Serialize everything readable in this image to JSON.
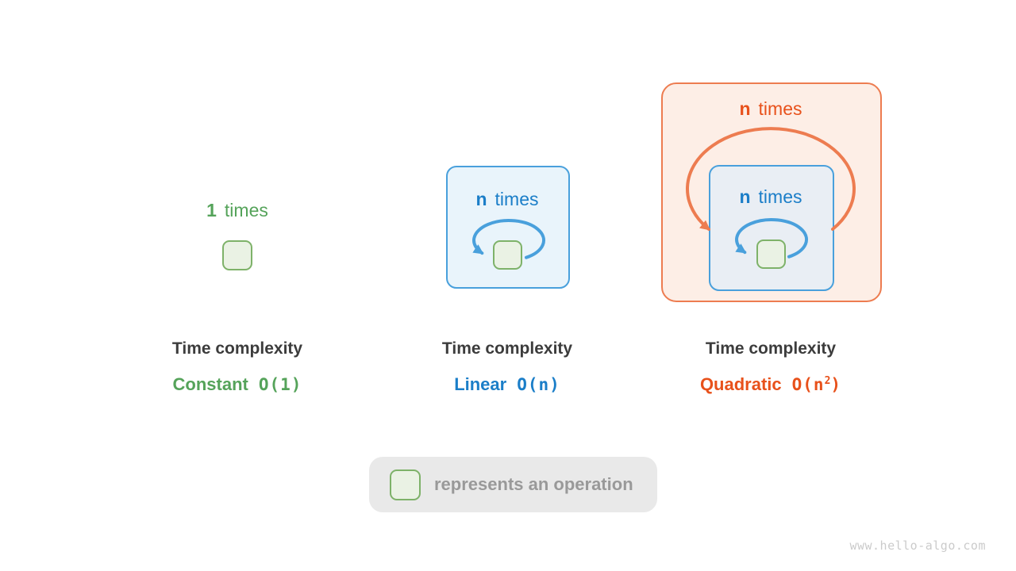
{
  "colors": {
    "green_text": "#55a35a",
    "green_box_border": "#7eb269",
    "green_box_fill": "#eaf2e4",
    "blue_text": "#1b7ec8",
    "blue_border": "#49a0dc",
    "blue_panel_fill": "#e9f4fb",
    "blue_inner_panel_fill": "#e9eef4",
    "orange_text": "#e8511b",
    "orange_border": "#ed7c50",
    "orange_panel_fill": "#fdeee6",
    "caption_text": "#3c3c3c",
    "legend_bg": "#e9e9e9",
    "legend_text": "#999999",
    "watermark_text": "#cbcbcb"
  },
  "icons": {
    "operation_box": "operation-box",
    "inner_loop_arrow": "loop-arrow-icon",
    "outer_loop_arrow": "outer-loop-arrow-icon"
  },
  "panels": [
    {
      "key": "constant",
      "times_count": "1",
      "times_word": "times",
      "caption_title": "Time complexity",
      "complexity_name": "Constant",
      "notation_main": "O(1)",
      "notation_sup": "",
      "notation_end": ""
    },
    {
      "key": "linear",
      "times_count": "n",
      "times_word": "times",
      "caption_title": "Time complexity",
      "complexity_name": "Linear",
      "notation_main": "O(n)",
      "notation_sup": "",
      "notation_end": ""
    },
    {
      "key": "quadratic",
      "outer_times_count": "n",
      "outer_times_word": "times",
      "times_count": "n",
      "times_word": "times",
      "caption_title": "Time complexity",
      "complexity_name": "Quadratic",
      "notation_main": "O(n",
      "notation_sup": "2",
      "notation_end": ")"
    }
  ],
  "legend": {
    "label": "represents an operation"
  },
  "watermark": "www.hello-algo.com"
}
